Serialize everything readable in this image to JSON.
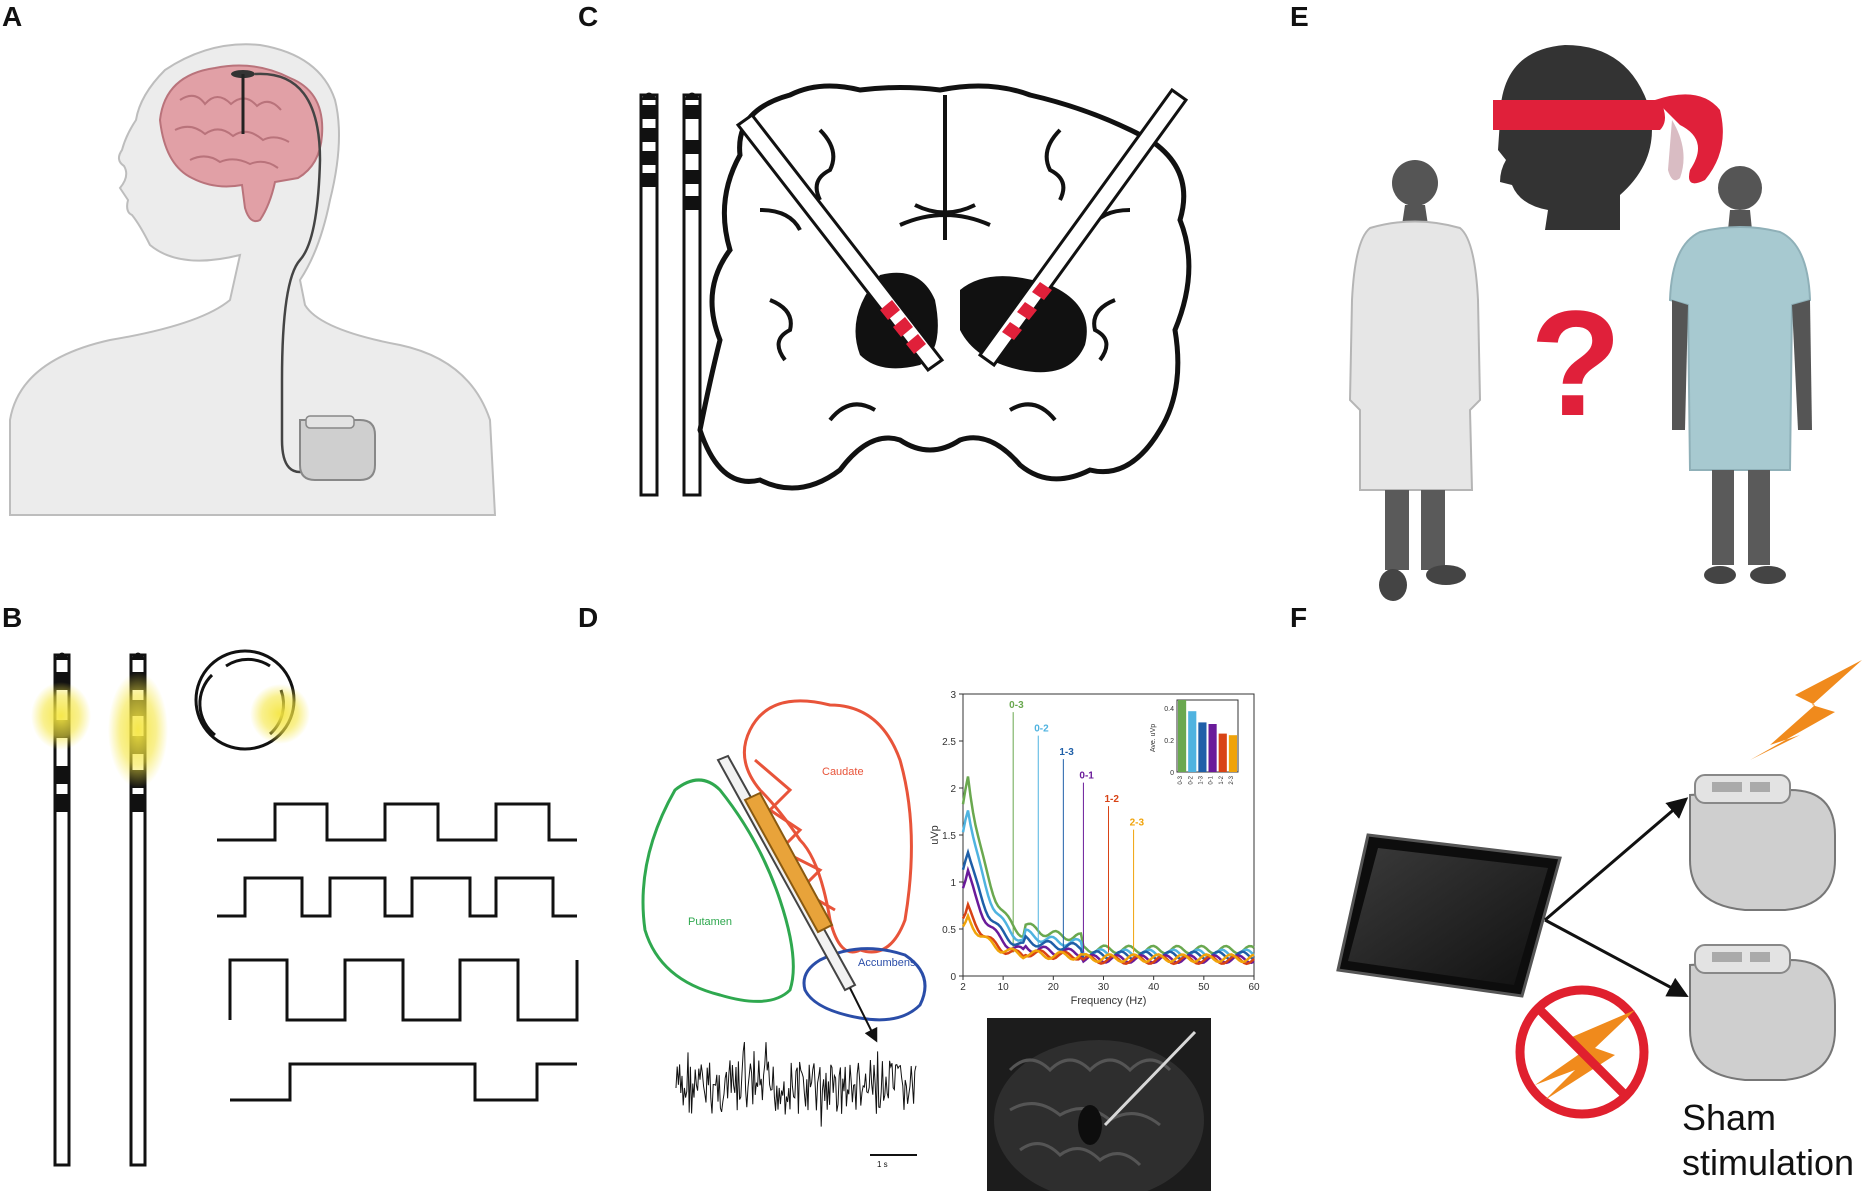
{
  "panels": {
    "a": "A",
    "b": "B",
    "c": "C",
    "d": "D",
    "e": "E",
    "f": "F"
  },
  "panel_d": {
    "regions": {
      "caudate": "Caudate",
      "putamen": "Putamen",
      "accumbens": "Accumbens"
    },
    "scale_bar": "1 s",
    "spectrum": {
      "xlabel": "Frequency (Hz)",
      "ylabel": "uVp",
      "x_ticks": [
        "2",
        "10",
        "20",
        "30",
        "40",
        "50",
        "60"
      ],
      "y_ticks": [
        "0",
        "0.5",
        "1",
        "1.5",
        "2",
        "2.5",
        "3"
      ],
      "series": [
        {
          "name": "0-3",
          "color": "#6aa84f"
        },
        {
          "name": "0-2",
          "color": "#4fb3e0"
        },
        {
          "name": "1-3",
          "color": "#1f5fa8"
        },
        {
          "name": "0-1",
          "color": "#6a1b9a"
        },
        {
          "name": "1-2",
          "color": "#d84315"
        },
        {
          "name": "2-3",
          "color": "#f0a30a"
        }
      ],
      "inset": {
        "ylabel": "Ave. uVp",
        "y_ticks": [
          "0",
          "0.2",
          "0.4"
        ],
        "values": [
          0.45,
          0.38,
          0.31,
          0.3,
          0.24,
          0.23
        ]
      }
    }
  },
  "panel_f": {
    "label_line1": "Sham",
    "label_line2": "stimulation"
  },
  "colors": {
    "red_contact": "#e0203a",
    "highlight": "#f5e642",
    "lightning": "#f08a1c",
    "forbid": "#e0202e"
  }
}
